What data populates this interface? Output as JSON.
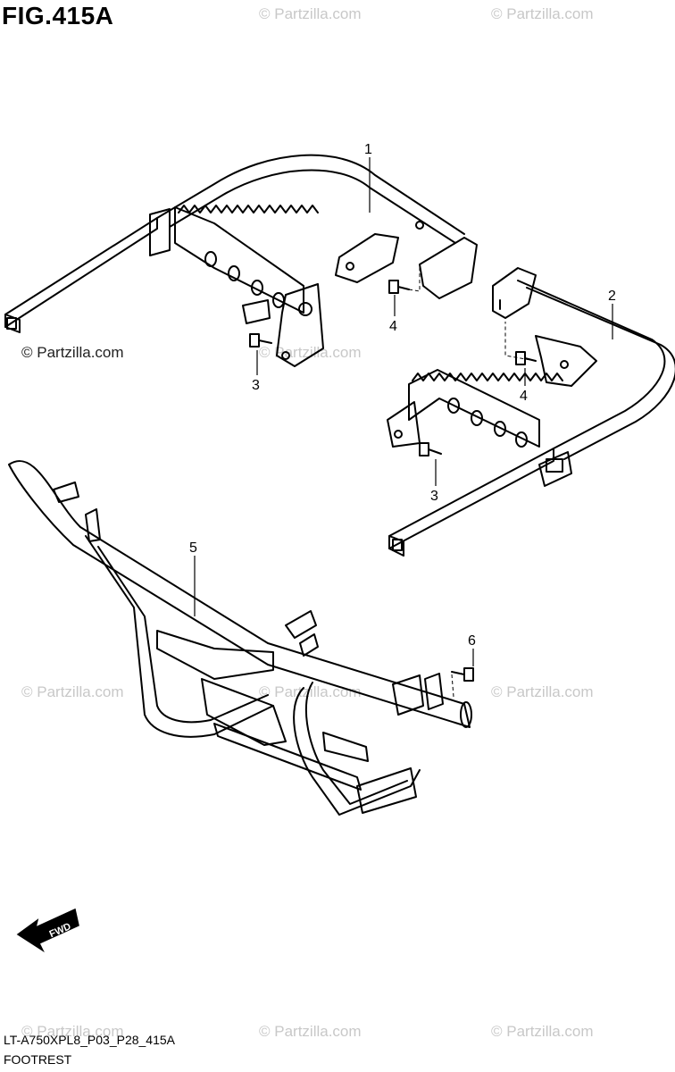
{
  "figure": {
    "title": "FIG.415A",
    "drawing_code": "LT-A750XPL8_P03_P28_415A",
    "section_name": "FOOTREST"
  },
  "watermarks": {
    "text": "© Partzilla.com"
  },
  "callouts": [
    "1",
    "2",
    "3",
    "4",
    "3",
    "4",
    "5",
    "6"
  ],
  "fwd_label": "FWD"
}
